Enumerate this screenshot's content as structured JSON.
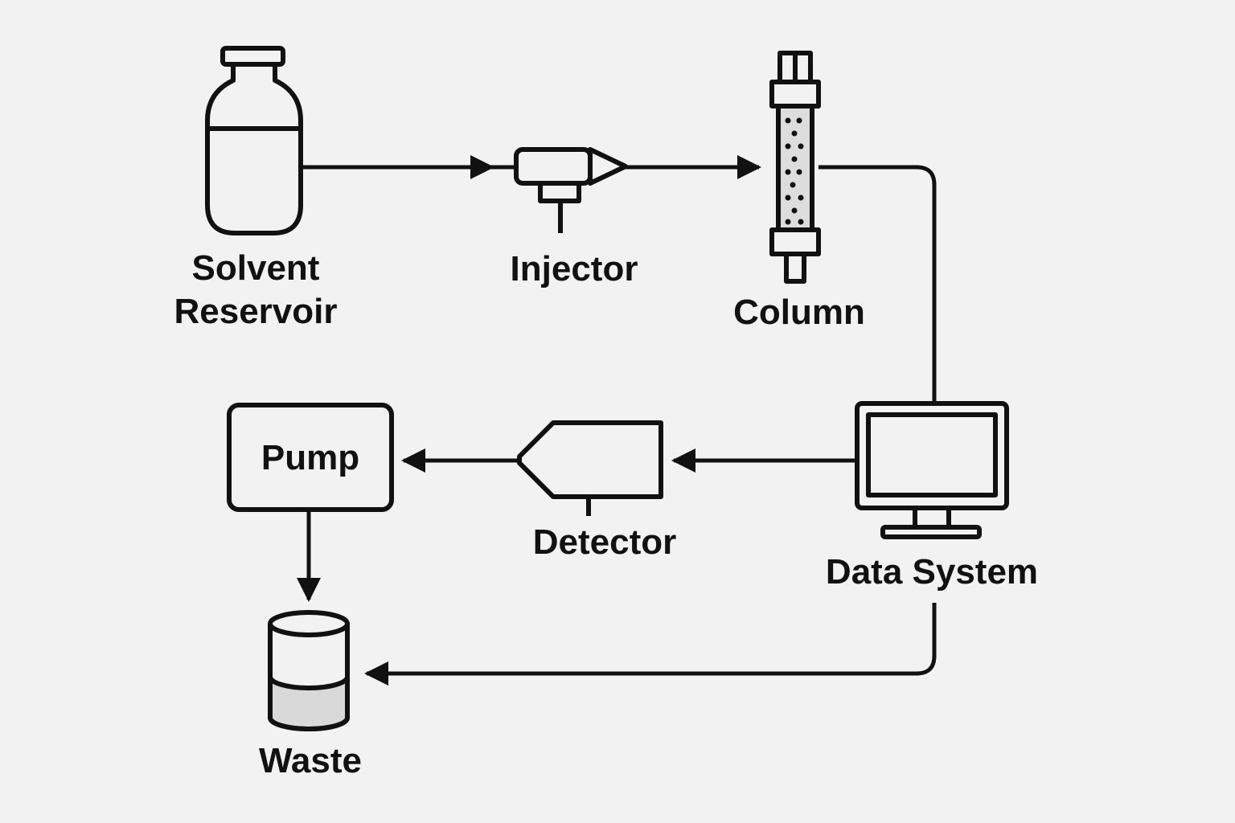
{
  "colors": {
    "background": "#f2f2f2",
    "stroke": "#111111",
    "liquid": "#d9d9d9",
    "packing": "#dddddd"
  },
  "components": {
    "solvent_reservoir": {
      "label_line1": "Solvent",
      "label_line2": "Reservoir",
      "icon": "bottle-icon"
    },
    "injector": {
      "label": "Injector",
      "icon": "injector-icon"
    },
    "column": {
      "label": "Column",
      "icon": "column-icon"
    },
    "pump": {
      "label": "Pump"
    },
    "detector": {
      "label": "Detector",
      "icon": "detector-icon"
    },
    "data_system": {
      "label": "Data System",
      "icon": "monitor-icon"
    },
    "waste": {
      "label": "Waste",
      "icon": "waste-container-icon"
    }
  },
  "connections": [
    {
      "from": "solvent_reservoir",
      "to": "injector"
    },
    {
      "from": "injector",
      "to": "column"
    },
    {
      "from": "column",
      "to": "data_system"
    },
    {
      "from": "data_system",
      "to": "detector"
    },
    {
      "from": "detector",
      "to": "pump"
    },
    {
      "from": "pump",
      "to": "waste"
    },
    {
      "from": "data_system",
      "to": "waste"
    }
  ]
}
